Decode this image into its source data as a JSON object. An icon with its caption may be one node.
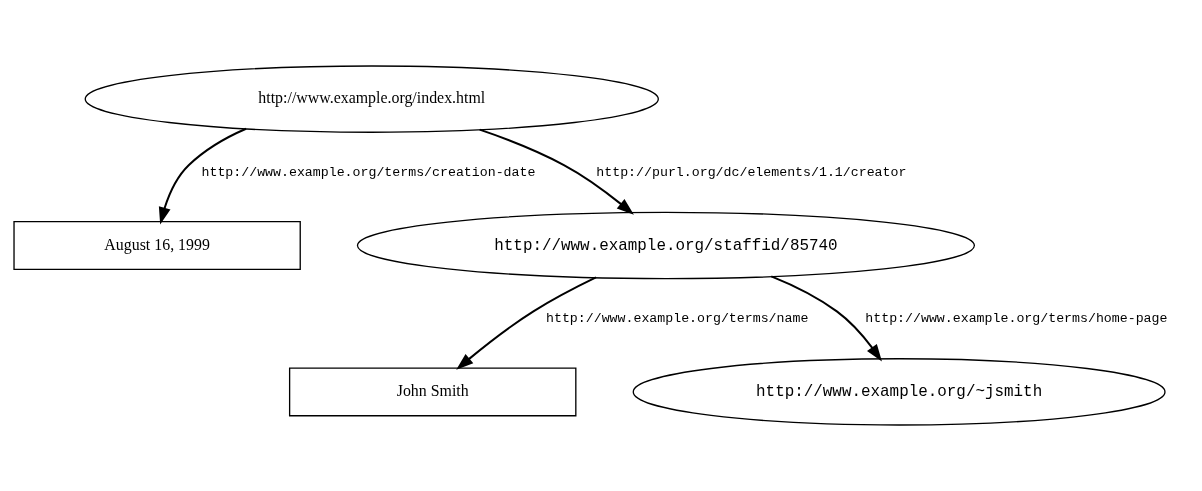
{
  "diagram": {
    "nodes": [
      {
        "text": [
          "http://www.example.org/index.html"
        ]
      },
      {
        "text": [
          "August 16, 1999"
        ]
      },
      {
        "text": [
          "http://www.example.org/staffid/85740"
        ]
      },
      {
        "text": [
          "John Smith"
        ]
      },
      {
        "text": [
          "http://www.example.org/~jsmith"
        ]
      }
    ],
    "edges": [
      {
        "from": 0,
        "to": 1,
        "arrow": "to",
        "label": "http://www.example.org/terms/creation-date"
      },
      {
        "from": 0,
        "to": 2,
        "arrow": "to",
        "label": "http://purl.org/dc/elements/1.1/creator"
      },
      {
        "from": 2,
        "to": 3,
        "arrow": "to",
        "label": "http://www.example.org/terms/name"
      },
      {
        "from": 2,
        "to": 4,
        "arrow": "to",
        "label": "http://www.example.org/terms/home-page"
      }
    ]
  }
}
